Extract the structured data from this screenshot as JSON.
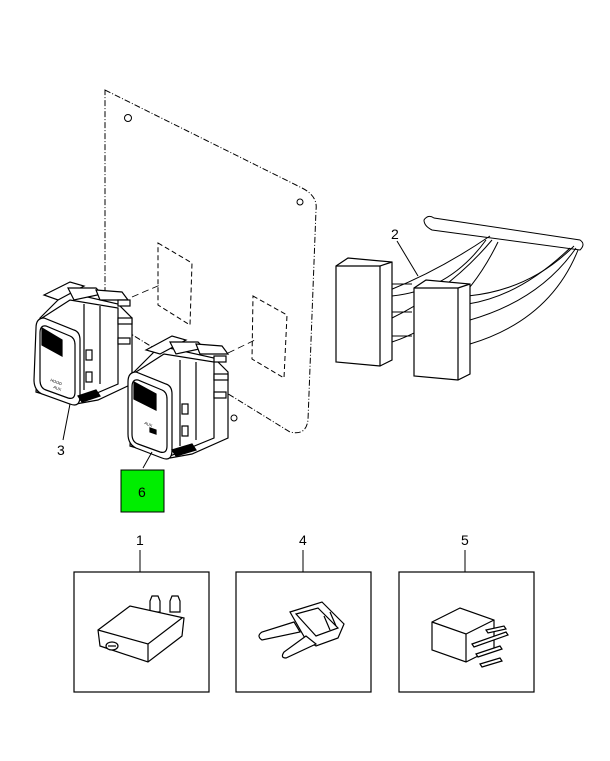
{
  "callouts": {
    "c1": "1",
    "c2": "2",
    "c3": "3",
    "c4": "4",
    "c5": "5",
    "c6": "6"
  },
  "switch_labels": {
    "left_line1": "HOOD",
    "left_line2": "AUX",
    "right_line1": "AUX"
  },
  "footer": {
    "left": "",
    "right": ""
  },
  "colors": {
    "line": "#000000",
    "highlight": "#00ee00",
    "background": "#ffffff"
  }
}
